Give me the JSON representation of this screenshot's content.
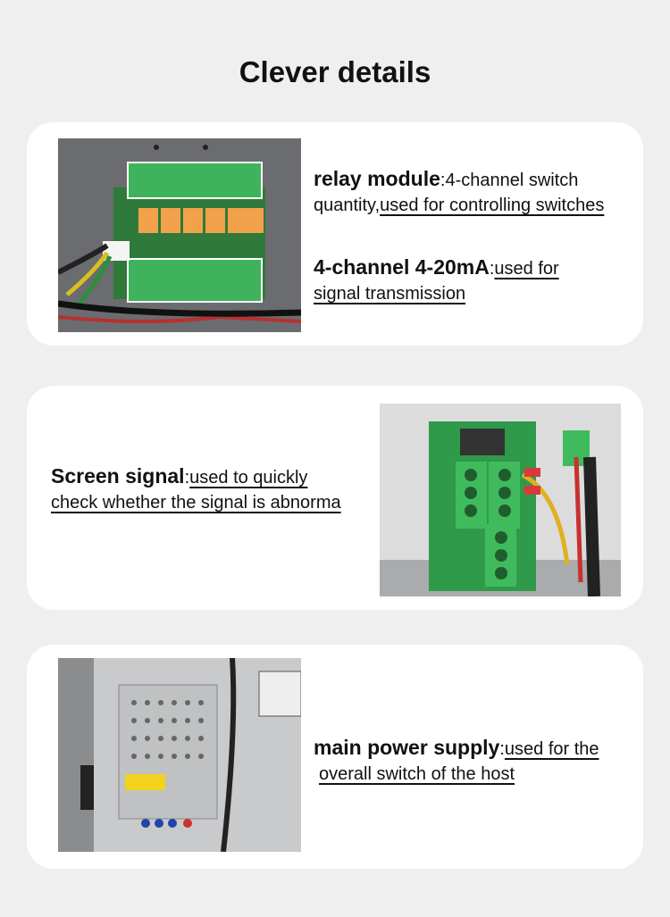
{
  "title": "Clever details",
  "sections": [
    {
      "heading": "relay module",
      "sep": ":",
      "text1": "4-channel switch",
      "text2": "quantity,",
      "text3": "used for controlling switches"
    },
    {
      "heading": "4-channel 4-20mA",
      "sep": ":",
      "text1": "used for",
      "text2": "signal transmission"
    },
    {
      "heading": "Screen signal",
      "sep": ":",
      "text1": "used to quickly",
      "text2": "check whether the signal is abnorma"
    },
    {
      "heading": "main power supply",
      "sep": ":",
      "text1": "used for the",
      "text2": "overall switch of the host"
    }
  ],
  "photos": {
    "relay": "relay-module-photo",
    "screen": "screen-signal-board-photo",
    "power": "power-supply-photo"
  },
  "colors": {
    "background": "#efefef",
    "card": "#ffffff",
    "pcb_green": "#3aa655",
    "relay_orange": "#f0a048"
  }
}
